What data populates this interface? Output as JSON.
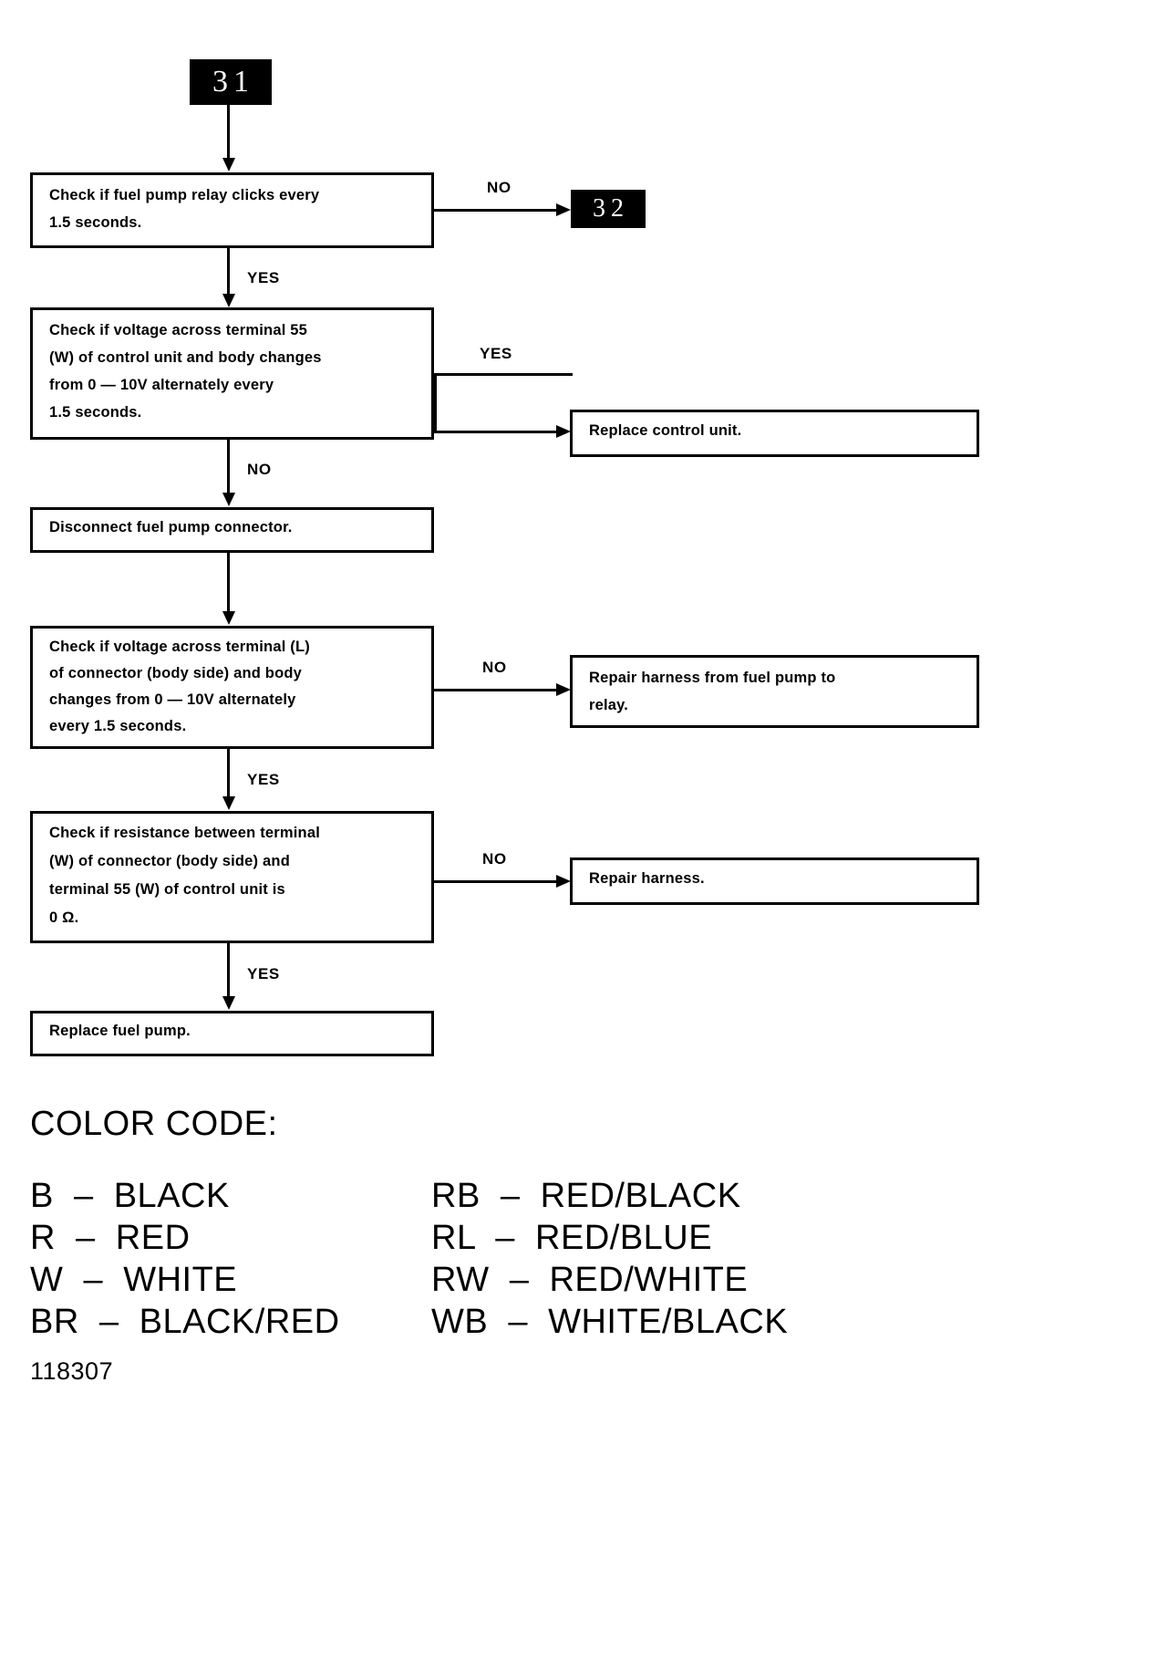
{
  "document": {
    "footer_number": "118307"
  },
  "flow": {
    "entry_marker": "31",
    "exit_marker": "32",
    "branch_labels": {
      "yes": "YES",
      "no": "NO"
    },
    "nodes": [
      {
        "id": "check-relay-click",
        "text": "Check if fuel pump relay clicks every\n1.5 seconds."
      },
      {
        "id": "check-voltage-terminal-55",
        "text": "Check if voltage across terminal 55\n(W) of control unit and body changes\nfrom 0 — 10V alternately every\n1.5 seconds."
      },
      {
        "id": "replace-control-unit",
        "text": "Replace control unit."
      },
      {
        "id": "disconnect-fuel-pump-connector",
        "text": "Disconnect fuel pump connector."
      },
      {
        "id": "check-voltage-terminal-l",
        "text": "Check if voltage across terminal (L)\nof connector (body side) and body\nchanges from 0 — 10V alternately\nevery 1.5 seconds."
      },
      {
        "id": "repair-harness-pump-to-relay",
        "text": "Repair harness from fuel pump to\nrelay."
      },
      {
        "id": "check-resistance-terminal-w",
        "text": "Check if resistance between terminal\n(W) of connector (body side) and\nterminal 55 (W) of control unit is\n0 Ω."
      },
      {
        "id": "repair-harness",
        "text": "Repair harness."
      },
      {
        "id": "replace-fuel-pump",
        "text": "Replace fuel pump."
      }
    ]
  },
  "color_code": {
    "title": "COLOR CODE:",
    "left_column": [
      "B  –  BLACK",
      "R  –  RED",
      "W  –  WHITE",
      "BR  –  BLACK/RED"
    ],
    "right_column": [
      "RB  –  RED/BLACK",
      "RL  –  RED/BLUE",
      "RW  –  RED/WHITE",
      "WB  –  WHITE/BLACK"
    ]
  }
}
